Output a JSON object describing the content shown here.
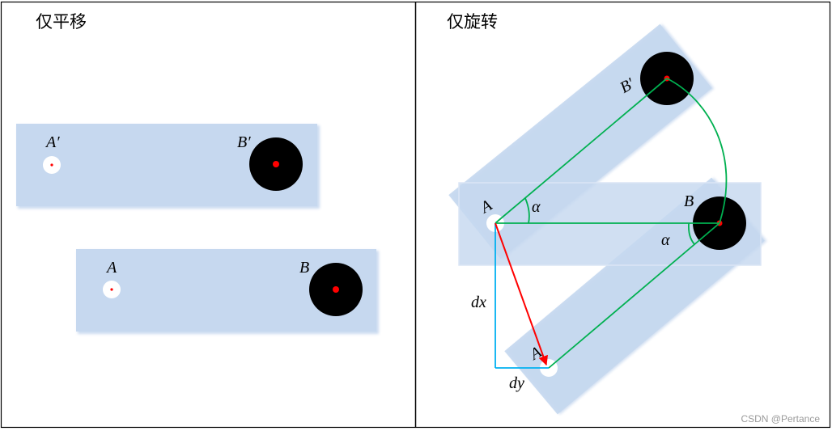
{
  "colors": {
    "bar_fill": "#c6d8ef",
    "bar_edge": "#a9c3e6",
    "hole_small": "#ffffff",
    "hole_large": "#000000",
    "center_dot": "#ff0000",
    "rotation_lines": "#00b050",
    "translation_vector": "#ff0000",
    "dx_dy_lines": "#00b0f0"
  },
  "left_panel": {
    "title": "仅平移",
    "labels": {
      "a_prime": "A′",
      "b_prime": "B′",
      "a": "A",
      "b": "B"
    }
  },
  "right_panel": {
    "title": "仅旋转",
    "labels": {
      "a_top": "A",
      "b_mid": "B",
      "b_prime": "B′",
      "a_bottom": "A",
      "alpha_top": "α",
      "alpha_bottom": "α",
      "dx": "dx",
      "dy": "dy"
    }
  },
  "watermark": "CSDN @Pertance"
}
